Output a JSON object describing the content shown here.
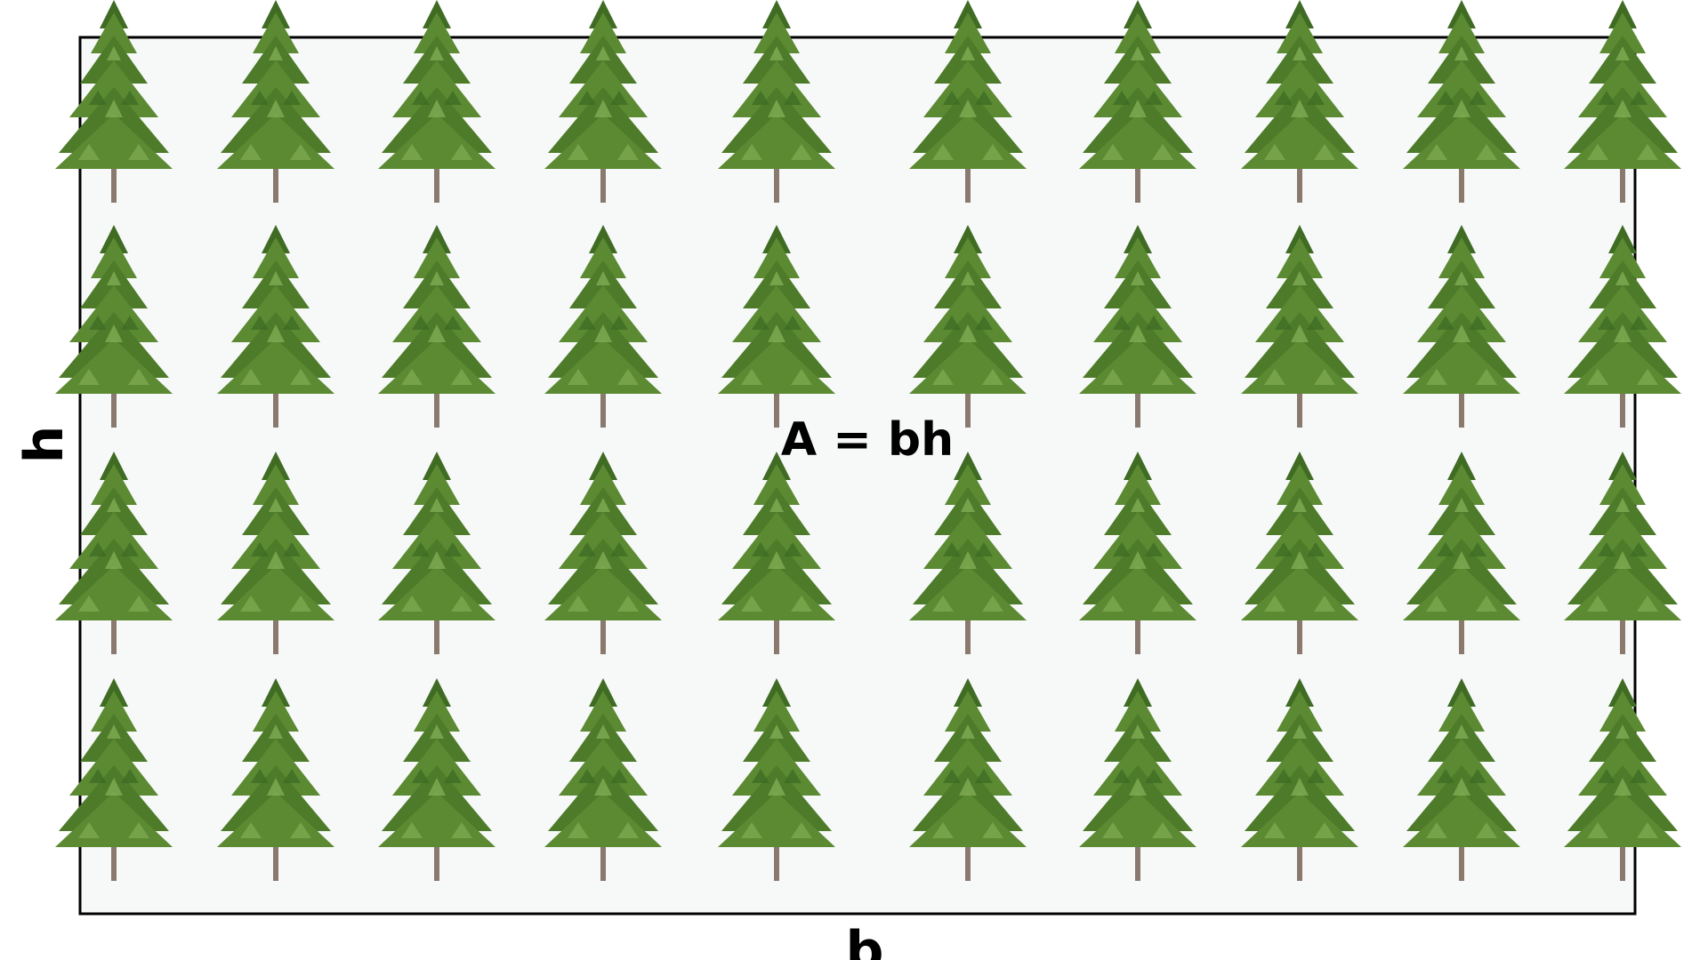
{
  "formula": "A = bh",
  "base_label": "b",
  "height_label": "h",
  "grid": {
    "rows": 4,
    "columns": 10
  },
  "icon": "tree-icon",
  "colors": {
    "background": "#ffffff",
    "rectangle_fill": "#f7f9f9",
    "rectangle_stroke": "#000000",
    "foliage_dark": "#3f6b23",
    "foliage": "#5b8a32",
    "foliage_light": "#88b35a",
    "trunk": "#8a7a6e"
  }
}
